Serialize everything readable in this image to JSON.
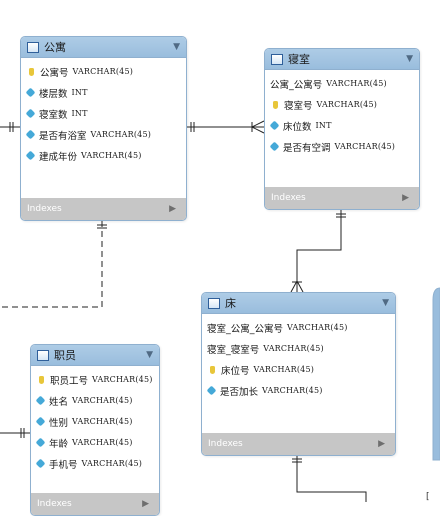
{
  "tables": {
    "gongyu": {
      "title": "公寓",
      "columns": [
        {
          "name": "公寓号",
          "type": "VARCHAR(45)",
          "icon": "key-icon"
        },
        {
          "name": "楼层数",
          "type": "INT",
          "icon": "column-icon"
        },
        {
          "name": "寝室数",
          "type": "INT",
          "icon": "column-icon"
        },
        {
          "name": "是否有浴室",
          "type": "VARCHAR(45)",
          "icon": "column-icon"
        },
        {
          "name": "建成年份",
          "type": "VARCHAR(45)",
          "icon": "column-icon"
        }
      ],
      "indexes_label": "Indexes"
    },
    "qinshi": {
      "title": "寝室",
      "columns": [
        {
          "name": "公寓_公寓号",
          "type": "VARCHAR(45)",
          "icon": "none"
        },
        {
          "name": "寝室号",
          "type": "VARCHAR(45)",
          "icon": "key-icon"
        },
        {
          "name": "床位数",
          "type": "INT",
          "icon": "column-icon"
        },
        {
          "name": "是否有空调",
          "type": "VARCHAR(45)",
          "icon": "column-icon"
        }
      ],
      "indexes_label": "Indexes"
    },
    "chuang": {
      "title": "床",
      "columns": [
        {
          "name": "寝室_公寓_公寓号",
          "type": "VARCHAR(45)",
          "icon": "none"
        },
        {
          "name": "寝室_寝室号",
          "type": "VARCHAR(45)",
          "icon": "none"
        },
        {
          "name": "床位号",
          "type": "VARCHAR(45)",
          "icon": "key-icon"
        },
        {
          "name": "是否加长",
          "type": "VARCHAR(45)",
          "icon": "column-icon"
        }
      ],
      "indexes_label": "Indexes"
    },
    "zhiyuan": {
      "title": "职员",
      "columns": [
        {
          "name": "职员工号",
          "type": "VARCHAR(45)",
          "icon": "key-icon"
        },
        {
          "name": "姓名",
          "type": "VARCHAR(45)",
          "icon": "column-icon"
        },
        {
          "name": "性别",
          "type": "VARCHAR(45)",
          "icon": "column-icon"
        },
        {
          "name": "年龄",
          "type": "VARCHAR(45)",
          "icon": "column-icon"
        },
        {
          "name": "手机号",
          "type": "VARCHAR(45)",
          "icon": "column-icon"
        }
      ],
      "indexes_label": "Indexes"
    }
  },
  "colors": {
    "header": "#a4c6e3",
    "border": "#8fb0cf",
    "indexes_bar": "#c6c6c6",
    "key": "#e8c63a",
    "column_diamond": "#45a9d8",
    "line": "#222222"
  }
}
